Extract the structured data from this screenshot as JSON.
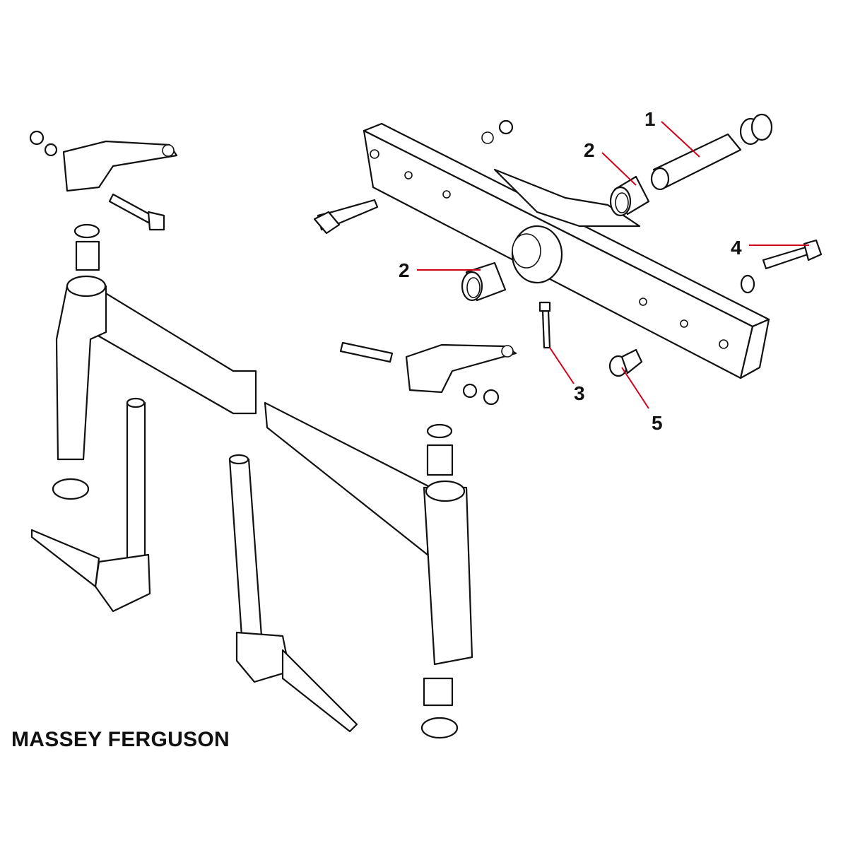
{
  "brand": "MASSEY FERGUSON",
  "callouts": [
    {
      "number": "1",
      "part": "pivot-pin"
    },
    {
      "number": "2",
      "part": "bushing-upper"
    },
    {
      "number": "2",
      "part": "bushing-lower"
    },
    {
      "number": "3",
      "part": "lock-bolt"
    },
    {
      "number": "4",
      "part": "hex-bolt"
    },
    {
      "number": "5",
      "part": "plug"
    }
  ],
  "colors": {
    "leader": "#d0021b",
    "line": "#111111"
  }
}
